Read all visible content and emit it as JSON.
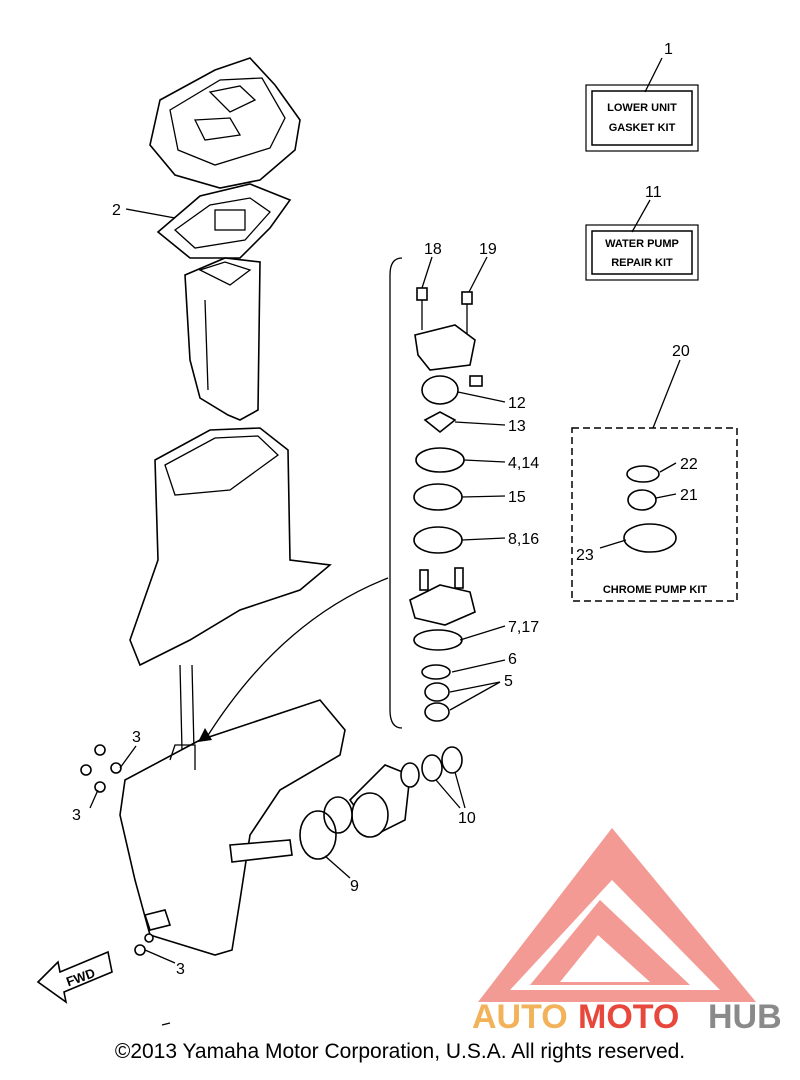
{
  "kits": {
    "lower_unit_line1": "LOWER UNIT",
    "lower_unit_line2": "GASKET KIT",
    "water_pump_line1": "WATER PUMP",
    "water_pump_line2": "REPAIR KIT",
    "chrome_pump": "CHROME PUMP KIT"
  },
  "callouts": {
    "c1": "1",
    "c2": "2",
    "c3a": "3",
    "c3b": "3",
    "c3c": "3",
    "c5": "5",
    "c6": "6",
    "c7_17": "7,17",
    "c8_16": "8,16",
    "c9": "9",
    "c10": "10",
    "c11": "11",
    "c12": "12",
    "c13": "13",
    "c4_14": "4,14",
    "c15": "15",
    "c18": "18",
    "c19": "19",
    "c20": "20",
    "c21": "21",
    "c22": "22",
    "c23": "23"
  },
  "fwd_label": "FWD",
  "watermark": {
    "auto": "AUTO",
    "moto": "MOTO",
    "hub": "HUB",
    "color_orange": "#f2b25a",
    "color_red": "#e8483c",
    "color_gray": "#8a8a8a"
  },
  "copyright": "©2013 Yamaha Motor Corporation, U.S.A. All rights reserved."
}
